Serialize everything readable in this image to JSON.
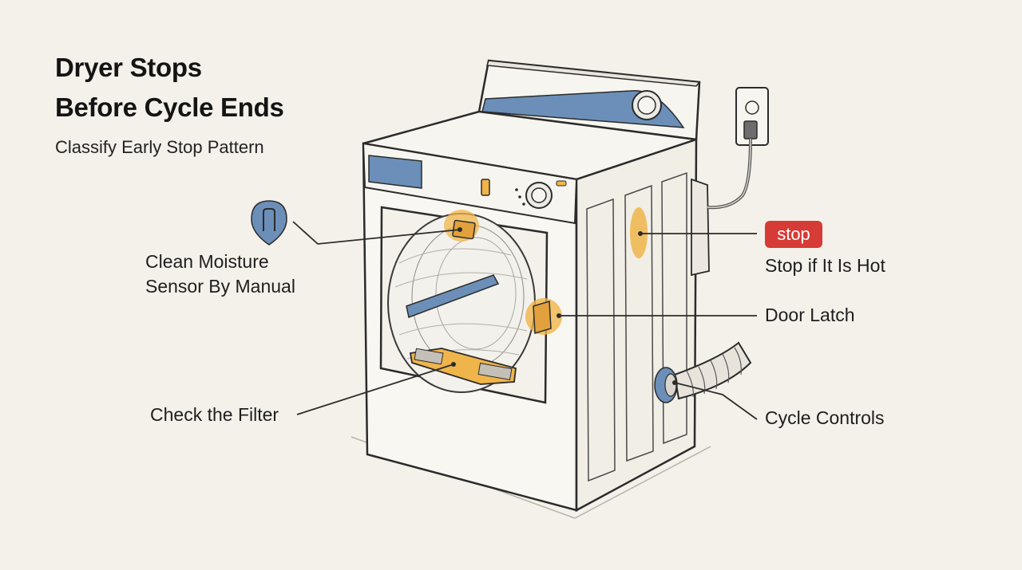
{
  "title": {
    "line1": "Dryer Stops",
    "line2": "Before Cycle Ends"
  },
  "subtitle": "Classify Early Stop Pattern",
  "callouts": {
    "moisture_sensor": {
      "line1": "Clean Moisture",
      "line2": "Sensor By Manual"
    },
    "filter": "Check the Filter",
    "stop_badge": "stop",
    "stop_hot": "Stop if It Is Hot",
    "door_latch": "Door Latch",
    "cycle_controls": "Cycle Controls"
  },
  "colors": {
    "background": "#f4f1ea",
    "accent_blue": "#6b8fb8",
    "highlight_orange": "#f0b54a",
    "badge_red": "#d63b35"
  }
}
